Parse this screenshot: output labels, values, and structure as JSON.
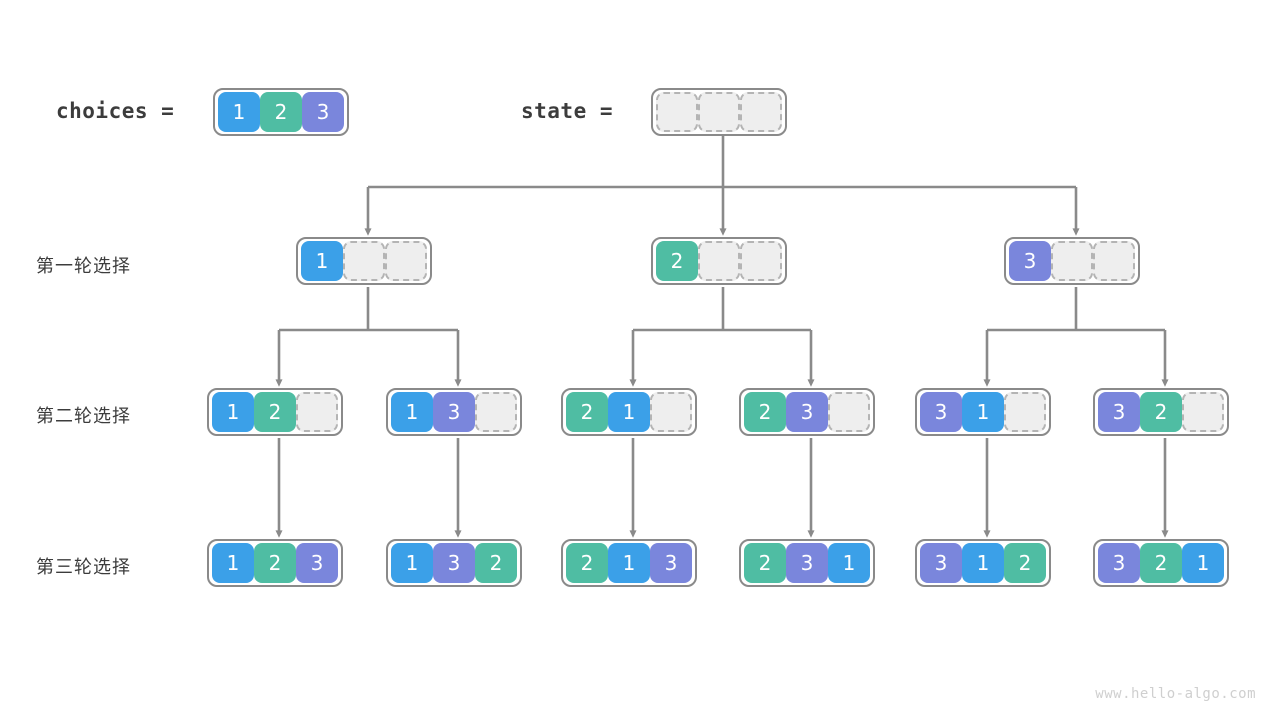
{
  "palette": {
    "blue": "#3ba0e8",
    "teal": "#4fbda3",
    "purple": "#7a86dc",
    "empty_fill": "#eeeeee",
    "empty_border": "#b4b4b4",
    "node_border": "#8a8a8a",
    "wire": "#8a8a8a",
    "text": "#3c3c3c",
    "watermark": "#cfcfcf",
    "background": "#ffffff"
  },
  "header": {
    "choices_label": "choices  =",
    "choices_values": [
      1,
      2,
      3
    ],
    "state_label": "state  =",
    "state_values": [
      null,
      null,
      null
    ]
  },
  "row_labels": [
    {
      "id": "round-1",
      "text": "第一轮选择"
    },
    {
      "id": "round-2",
      "text": "第二轮选择"
    },
    {
      "id": "round-3",
      "text": "第三轮选择"
    }
  ],
  "rows": [
    {
      "id": "round-1",
      "nodes": [
        {
          "id": "n-1",
          "values": [
            1,
            null,
            null
          ]
        },
        {
          "id": "n-2",
          "values": [
            2,
            null,
            null
          ]
        },
        {
          "id": "n-3",
          "values": [
            3,
            null,
            null
          ]
        }
      ]
    },
    {
      "id": "round-2",
      "nodes": [
        {
          "id": "n-12",
          "values": [
            1,
            2,
            null
          ]
        },
        {
          "id": "n-13",
          "values": [
            1,
            3,
            null
          ]
        },
        {
          "id": "n-21",
          "values": [
            2,
            1,
            null
          ]
        },
        {
          "id": "n-23",
          "values": [
            2,
            3,
            null
          ]
        },
        {
          "id": "n-31",
          "values": [
            3,
            1,
            null
          ]
        },
        {
          "id": "n-32",
          "values": [
            3,
            2,
            null
          ]
        }
      ]
    },
    {
      "id": "round-3",
      "nodes": [
        {
          "id": "n-123",
          "values": [
            1,
            2,
            3
          ]
        },
        {
          "id": "n-132",
          "values": [
            1,
            3,
            2
          ]
        },
        {
          "id": "n-213",
          "values": [
            2,
            1,
            3
          ]
        },
        {
          "id": "n-231",
          "values": [
            2,
            3,
            1
          ]
        },
        {
          "id": "n-312",
          "values": [
            3,
            1,
            2
          ]
        },
        {
          "id": "n-321",
          "values": [
            3,
            2,
            1
          ]
        }
      ]
    }
  ],
  "watermark": "www.hello-algo.com"
}
